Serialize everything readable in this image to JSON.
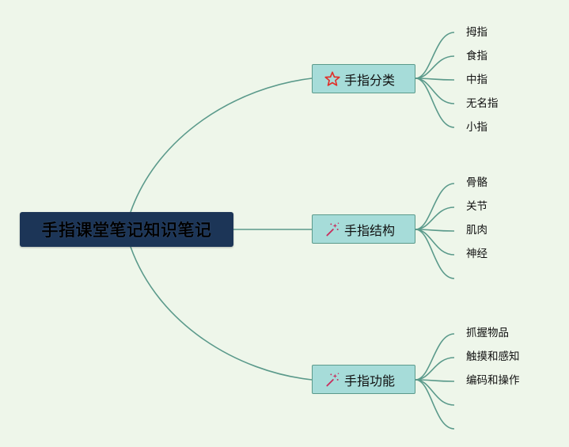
{
  "root": {
    "label": "手指课堂笔记知识笔记"
  },
  "colors": {
    "background": "#eef6ea",
    "root_fill": "#1c3557",
    "branch_fill": "#a6dcd9",
    "line": "#5b9a8b",
    "star_icon": "#e0302a",
    "wand_icon": "#c82c5c"
  },
  "branches": [
    {
      "label": "手指分类",
      "icon": "star-icon",
      "leaves": [
        "拇指",
        "食指",
        "中指",
        "无名指",
        "小指"
      ]
    },
    {
      "label": "手指结构",
      "icon": "magic-wand-icon",
      "leaves": [
        "骨骼",
        "关节",
        "肌肉",
        "神经",
        ""
      ]
    },
    {
      "label": "手指功能",
      "icon": "magic-wand-icon",
      "leaves": [
        "抓握物品",
        "触摸和感知",
        "编码和操作",
        "",
        ""
      ]
    }
  ]
}
